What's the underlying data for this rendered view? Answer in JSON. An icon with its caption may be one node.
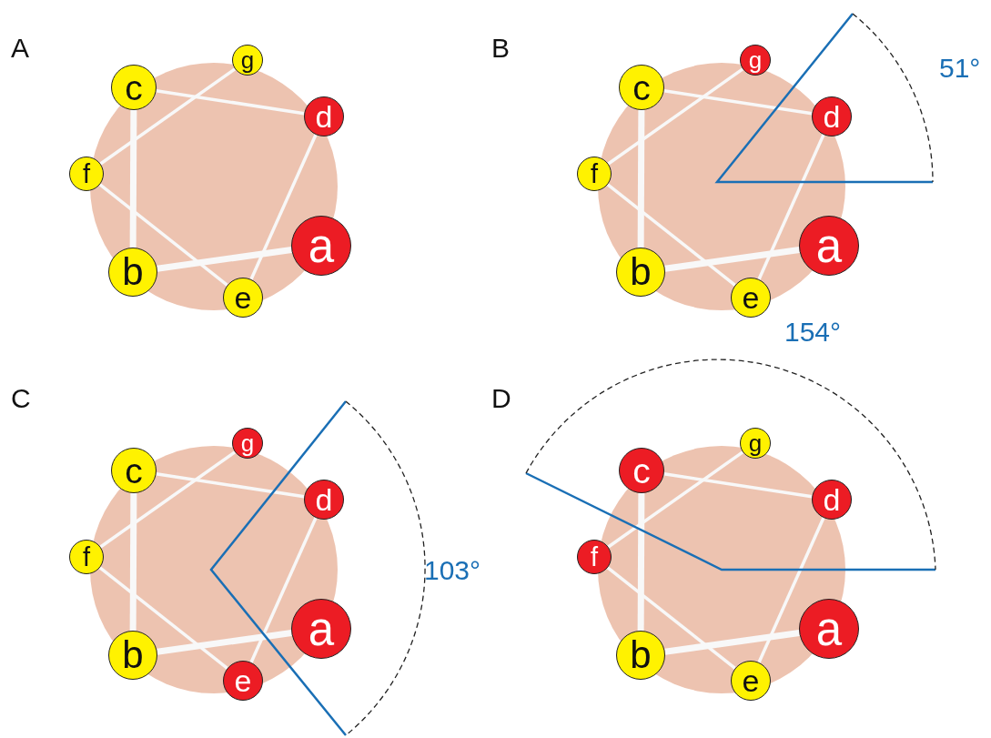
{
  "diagram": {
    "nodes": [
      {
        "text": [
          "a"
        ]
      },
      {
        "text": [
          "b"
        ]
      },
      {
        "text": [
          "c"
        ]
      },
      {
        "text": [
          "d"
        ]
      },
      {
        "text": [
          "e"
        ]
      },
      {
        "text": [
          "f"
        ]
      },
      {
        "text": [
          "g"
        ]
      },
      {
        "text": [
          "a"
        ]
      },
      {
        "text": [
          "b"
        ]
      },
      {
        "text": [
          "c"
        ]
      },
      {
        "text": [
          "d"
        ]
      },
      {
        "text": [
          "e"
        ]
      },
      {
        "text": [
          "f"
        ]
      },
      {
        "text": [
          "g"
        ]
      },
      {
        "text": [
          "a"
        ]
      },
      {
        "text": [
          "b"
        ]
      },
      {
        "text": [
          "c"
        ]
      },
      {
        "text": [
          "d"
        ]
      },
      {
        "text": [
          "e"
        ]
      },
      {
        "text": [
          "f"
        ]
      },
      {
        "text": [
          "g"
        ]
      },
      {
        "text": [
          "a"
        ]
      },
      {
        "text": [
          "b"
        ]
      },
      {
        "text": [
          "c"
        ]
      },
      {
        "text": [
          "d"
        ]
      },
      {
        "text": [
          "e"
        ]
      },
      {
        "text": [
          "f"
        ]
      },
      {
        "text": [
          "g"
        ]
      }
    ],
    "edges": [
      {
        "from": 0,
        "to": 1,
        "arrow": "none",
        "style": "thick"
      },
      {
        "from": 1,
        "to": 2,
        "arrow": "none",
        "style": "thick"
      },
      {
        "from": 2,
        "to": 3,
        "arrow": "none"
      },
      {
        "from": 3,
        "to": 4,
        "arrow": "none"
      },
      {
        "from": 4,
        "to": 5,
        "arrow": "none"
      },
      {
        "from": 5,
        "to": 6,
        "arrow": "none"
      },
      {
        "from": 7,
        "to": 8,
        "arrow": "none",
        "style": "thick"
      },
      {
        "from": 8,
        "to": 9,
        "arrow": "none",
        "style": "thick"
      },
      {
        "from": 9,
        "to": 10,
        "arrow": "none"
      },
      {
        "from": 10,
        "to": 11,
        "arrow": "none"
      },
      {
        "from": 11,
        "to": 12,
        "arrow": "none"
      },
      {
        "from": 12,
        "to": 13,
        "arrow": "none"
      },
      {
        "from": 14,
        "to": 15,
        "arrow": "none",
        "style": "thick"
      },
      {
        "from": 15,
        "to": 16,
        "arrow": "none",
        "style": "thick"
      },
      {
        "from": 16,
        "to": 17,
        "arrow": "none"
      },
      {
        "from": 17,
        "to": 18,
        "arrow": "none"
      },
      {
        "from": 18,
        "to": 19,
        "arrow": "none"
      },
      {
        "from": 19,
        "to": 20,
        "arrow": "none"
      },
      {
        "from": 21,
        "to": 22,
        "arrow": "none",
        "style": "thick"
      },
      {
        "from": 22,
        "to": 23,
        "arrow": "none",
        "style": "thick"
      },
      {
        "from": 23,
        "to": 24,
        "arrow": "none"
      },
      {
        "from": 24,
        "to": 25,
        "arrow": "none"
      },
      {
        "from": 25,
        "to": 26,
        "arrow": "none"
      },
      {
        "from": 26,
        "to": 27,
        "arrow": "none"
      }
    ],
    "labels": [
      "A",
      "B",
      "51°",
      "154°",
      "C",
      "D",
      "103°"
    ]
  }
}
